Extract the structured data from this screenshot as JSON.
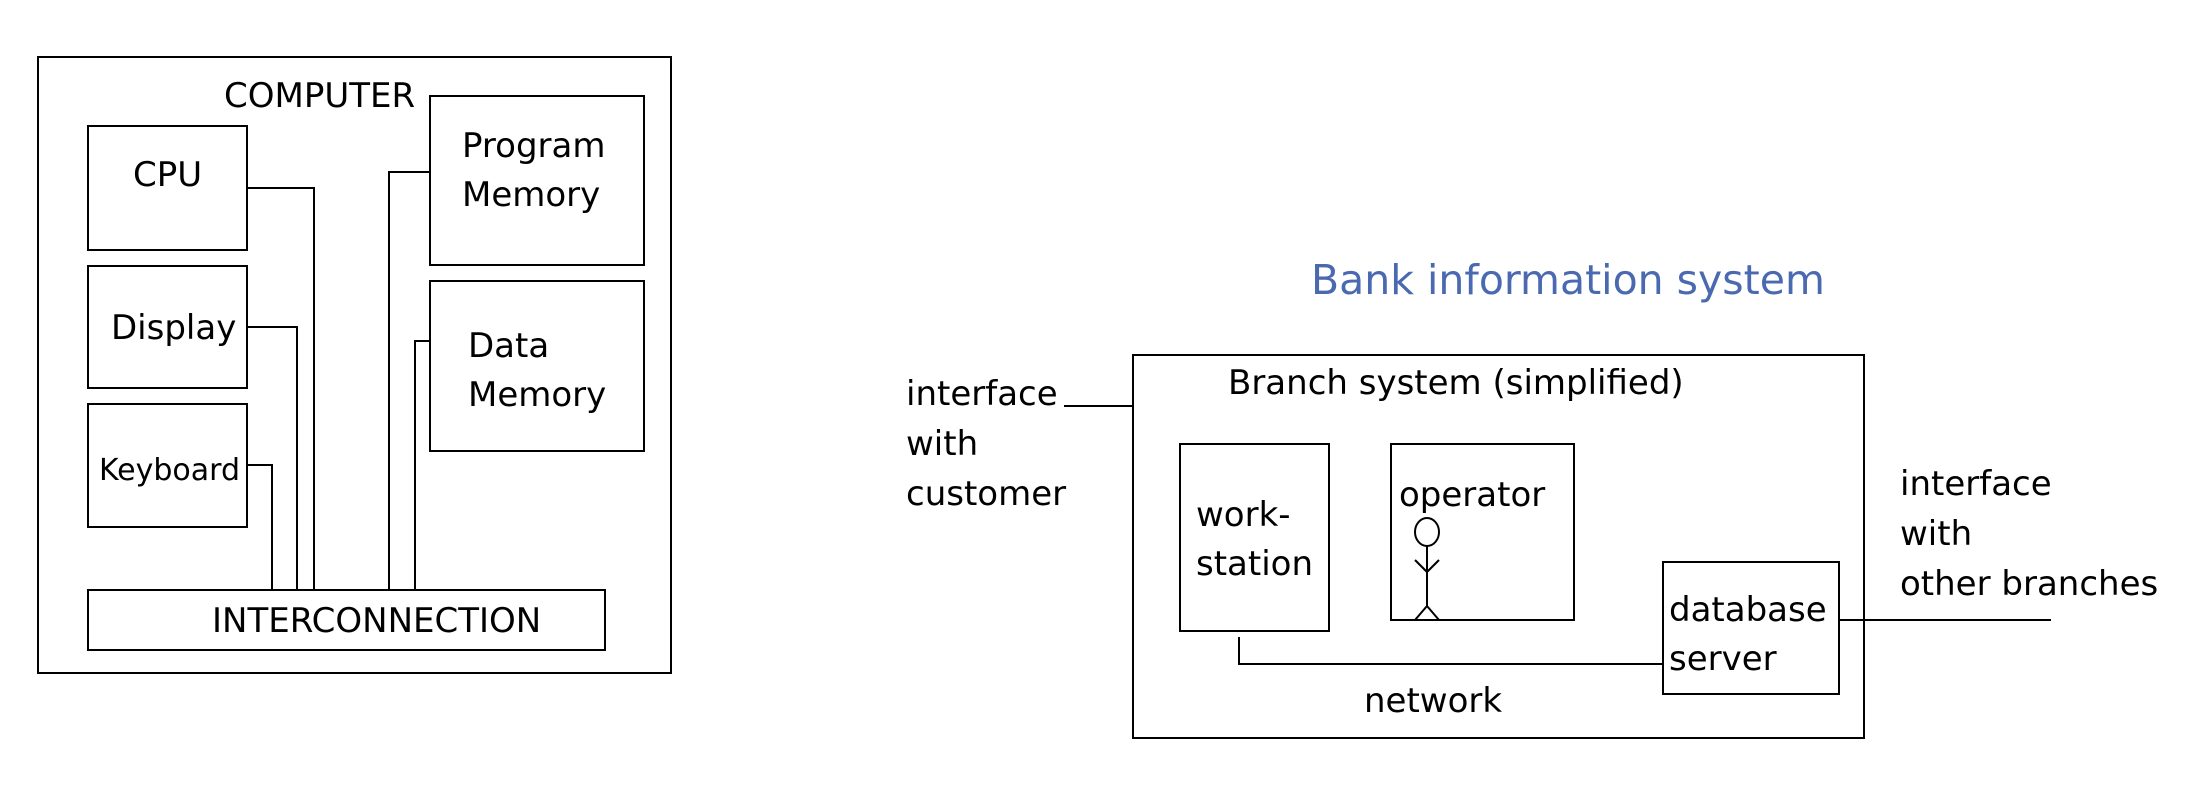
{
  "computer": {
    "title": "COMPUTER",
    "cpu": "CPU",
    "display": "Display",
    "keyboard": "Keyboard",
    "program_memory": [
      "Program",
      "Memory"
    ],
    "data_memory": [
      "Data",
      "Memory"
    ],
    "interconnection": "INTERCONNECTION"
  },
  "bank": {
    "title": "Bank information system",
    "branch_title": "Branch system (simplified)",
    "customer_interface": [
      "interface",
      "with",
      "customer"
    ],
    "workstation": [
      "work-",
      "station"
    ],
    "operator": "operator",
    "database_server": [
      "database",
      "server"
    ],
    "network": "network",
    "branches_interface": [
      "interface",
      "with",
      "other branches"
    ]
  },
  "colors": {
    "title": "#4a69b0",
    "lines": "#000000"
  }
}
